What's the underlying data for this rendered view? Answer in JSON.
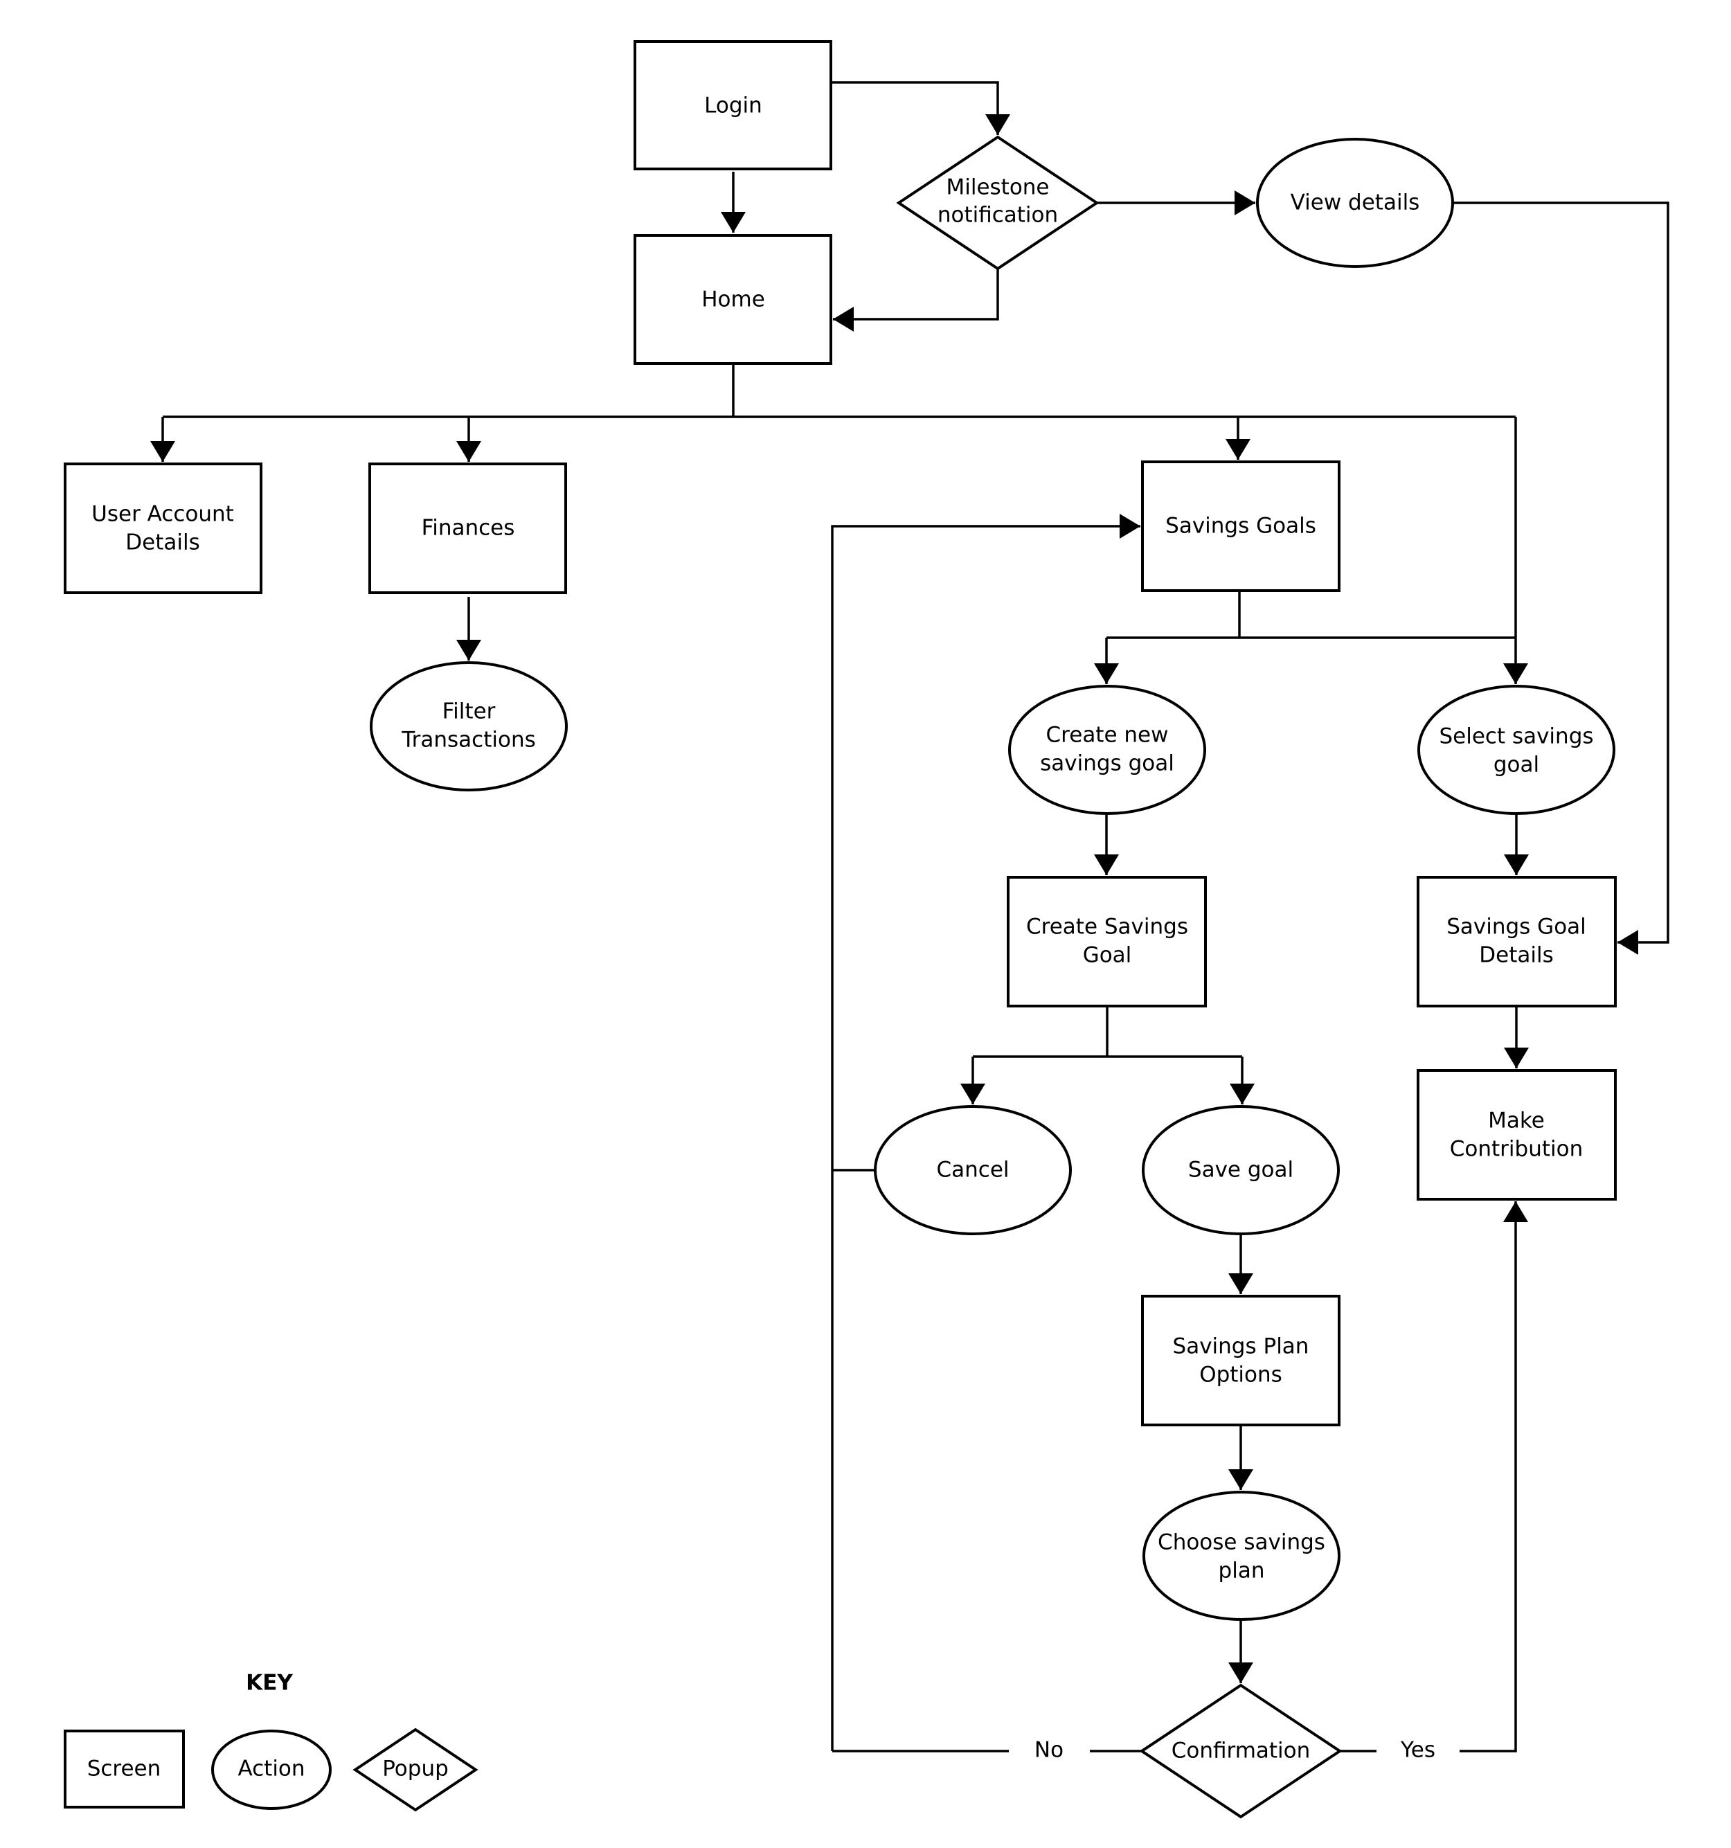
{
  "diagram": {
    "nodes": {
      "login": {
        "type": "screen",
        "lines": [
          "Login"
        ]
      },
      "home": {
        "type": "screen",
        "lines": [
          "Home"
        ]
      },
      "milestone": {
        "type": "popup",
        "lines": [
          "Milestone",
          "notification"
        ]
      },
      "view_details": {
        "type": "action",
        "lines": [
          "View details"
        ]
      },
      "user_account": {
        "type": "screen",
        "lines": [
          "User Account",
          "Details"
        ]
      },
      "finances": {
        "type": "screen",
        "lines": [
          "Finances"
        ]
      },
      "filter_transactions": {
        "type": "action",
        "lines": [
          "Filter",
          "Transactions"
        ]
      },
      "savings_goals": {
        "type": "screen",
        "lines": [
          "Savings Goals"
        ]
      },
      "create_new_goal": {
        "type": "action",
        "lines": [
          "Create new",
          "savings goal"
        ]
      },
      "select_goal": {
        "type": "action",
        "lines": [
          "Select savings",
          "goal"
        ]
      },
      "create_savings_goal": {
        "type": "screen",
        "lines": [
          "Create Savings",
          "Goal"
        ]
      },
      "goal_details": {
        "type": "screen",
        "lines": [
          "Savings Goal",
          "Details"
        ]
      },
      "make_contribution": {
        "type": "screen",
        "lines": [
          "Make",
          "Contribution"
        ]
      },
      "cancel": {
        "type": "action",
        "lines": [
          "Cancel"
        ]
      },
      "save_goal": {
        "type": "action",
        "lines": [
          "Save goal"
        ]
      },
      "plan_options": {
        "type": "screen",
        "lines": [
          "Savings Plan",
          "Options"
        ]
      },
      "choose_plan": {
        "type": "action",
        "lines": [
          "Choose savings",
          "plan"
        ]
      },
      "confirmation": {
        "type": "popup",
        "lines": [
          "Confirmation"
        ]
      }
    },
    "edge_labels": {
      "no": "No",
      "yes": "Yes"
    },
    "edges": [
      [
        "login",
        "home"
      ],
      [
        "login",
        "milestone"
      ],
      [
        "milestone",
        "home"
      ],
      [
        "milestone",
        "view_details"
      ],
      [
        "view_details",
        "goal_details"
      ],
      [
        "home",
        "user_account"
      ],
      [
        "home",
        "finances"
      ],
      [
        "home",
        "savings_goals"
      ],
      [
        "home",
        "select_goal"
      ],
      [
        "finances",
        "filter_transactions"
      ],
      [
        "savings_goals",
        "create_new_goal"
      ],
      [
        "savings_goals",
        "select_goal"
      ],
      [
        "create_new_goal",
        "create_savings_goal"
      ],
      [
        "select_goal",
        "goal_details"
      ],
      [
        "goal_details",
        "make_contribution"
      ],
      [
        "create_savings_goal",
        "cancel"
      ],
      [
        "create_savings_goal",
        "save_goal"
      ],
      [
        "cancel",
        "savings_goals"
      ],
      [
        "save_goal",
        "plan_options"
      ],
      [
        "plan_options",
        "choose_plan"
      ],
      [
        "choose_plan",
        "confirmation"
      ],
      [
        "confirmation",
        "savings_goals",
        "No"
      ],
      [
        "confirmation",
        "make_contribution",
        "Yes"
      ]
    ]
  },
  "key": {
    "title": "KEY",
    "screen": "Screen",
    "action": "Action",
    "popup": "Popup"
  }
}
